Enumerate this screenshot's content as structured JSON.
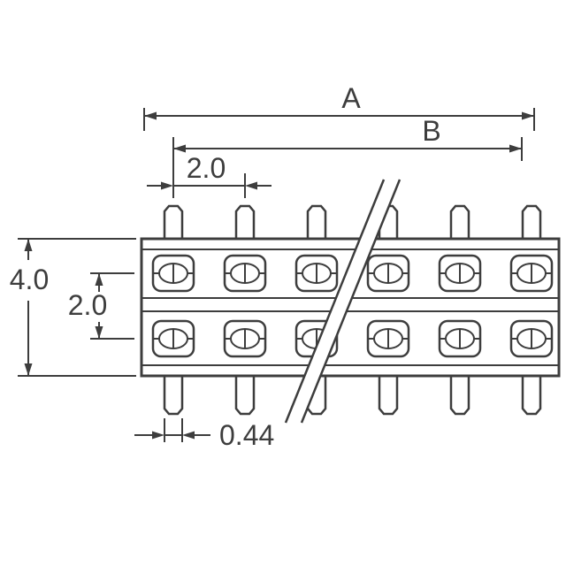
{
  "drawing": {
    "labels": {
      "overall_width": "A",
      "pin_span": "B",
      "pin_pitch": "2.0",
      "body_height": "4.0",
      "row_pitch": "2.0",
      "pin_width": "0.44"
    },
    "colors": {
      "line": "#3d3d3d",
      "background": "#ffffff"
    }
  }
}
